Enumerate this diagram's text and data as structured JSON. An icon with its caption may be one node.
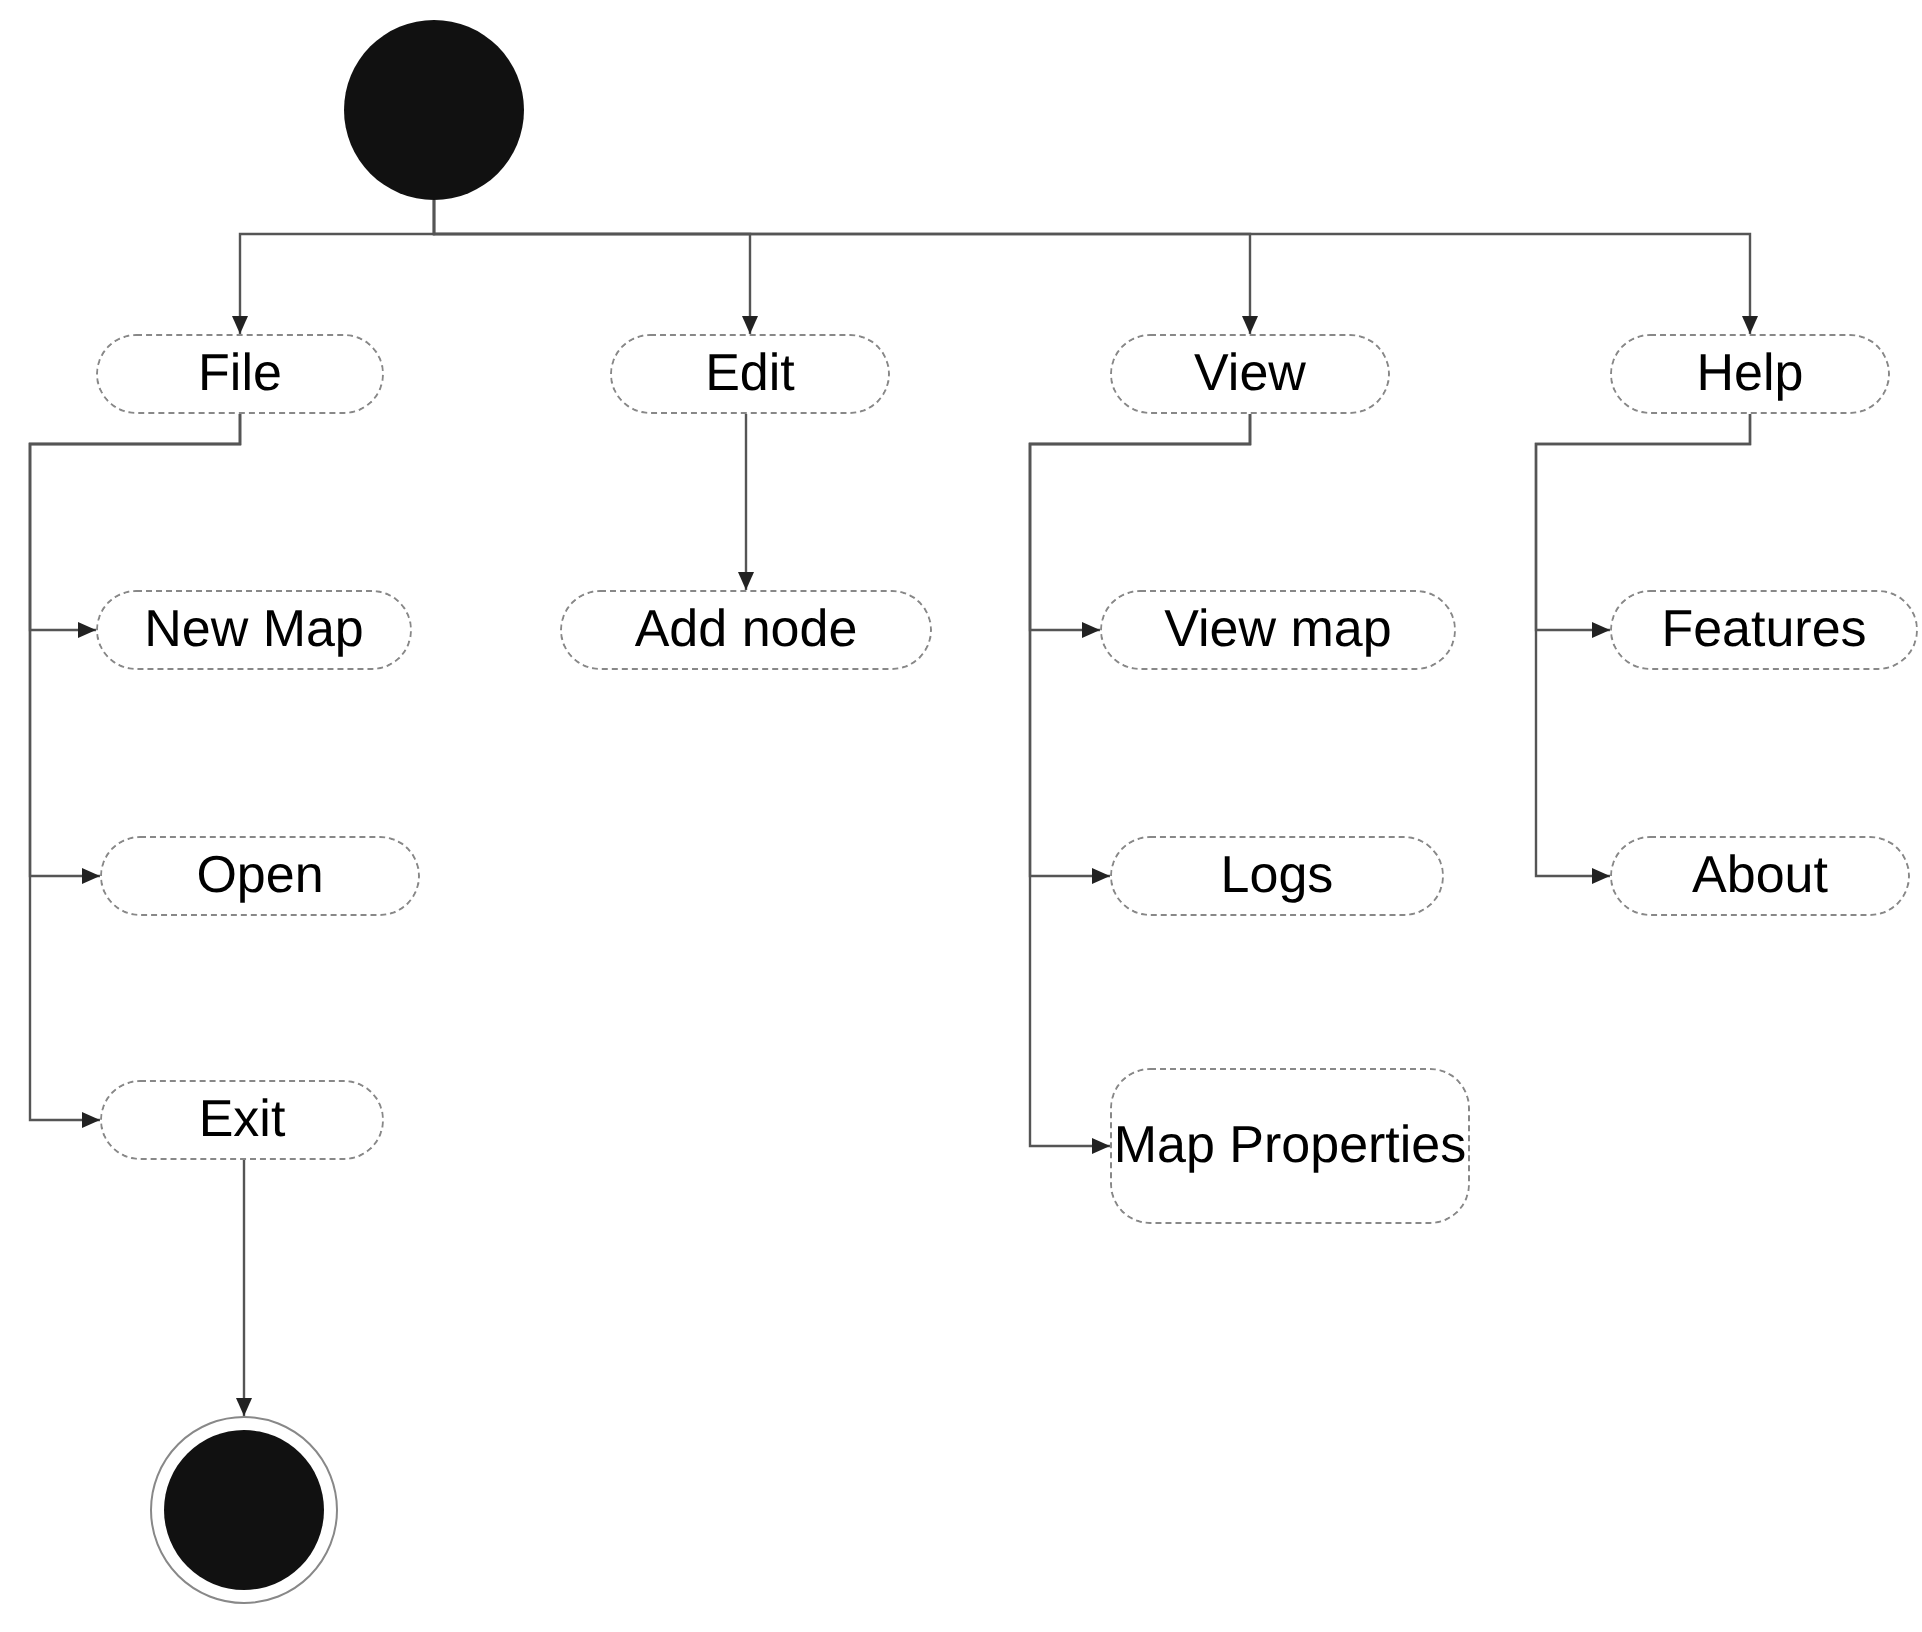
{
  "diagram": {
    "nodes": [
      {
        "text": [],
        "shape": "circle"
      },
      {
        "text": [
          "File"
        ]
      },
      {
        "text": [
          "Edit"
        ]
      },
      {
        "text": [
          "View"
        ]
      },
      {
        "text": [
          "Help"
        ]
      },
      {
        "text": [
          "New Map"
        ]
      },
      {
        "text": [
          "Open"
        ]
      },
      {
        "text": [
          "Exit"
        ]
      },
      {
        "text": [],
        "shape": "circle"
      },
      {
        "text": [
          "Add node"
        ]
      },
      {
        "text": [
          "View map"
        ]
      },
      {
        "text": [
          "Logs"
        ]
      },
      {
        "text": [
          "Map Properties"
        ]
      },
      {
        "text": [
          "Features"
        ]
      },
      {
        "text": [
          "About"
        ]
      }
    ],
    "edges": [
      {
        "from": 0,
        "to": 1,
        "arrow": "to"
      },
      {
        "from": 0,
        "to": 2,
        "arrow": "to"
      },
      {
        "from": 0,
        "to": 3,
        "arrow": "to"
      },
      {
        "from": 0,
        "to": 4,
        "arrow": "to"
      },
      {
        "from": 1,
        "to": 5,
        "arrow": "to"
      },
      {
        "from": 1,
        "to": 6,
        "arrow": "to"
      },
      {
        "from": 1,
        "to": 7,
        "arrow": "to"
      },
      {
        "from": 2,
        "to": 9,
        "arrow": "to"
      },
      {
        "from": 3,
        "to": 10,
        "arrow": "to"
      },
      {
        "from": 3,
        "to": 11,
        "arrow": "to"
      },
      {
        "from": 3,
        "to": 12,
        "arrow": "to"
      },
      {
        "from": 4,
        "to": 13,
        "arrow": "to"
      },
      {
        "from": 4,
        "to": 14,
        "arrow": "to"
      },
      {
        "from": 7,
        "to": 8,
        "arrow": "to"
      }
    ]
  }
}
